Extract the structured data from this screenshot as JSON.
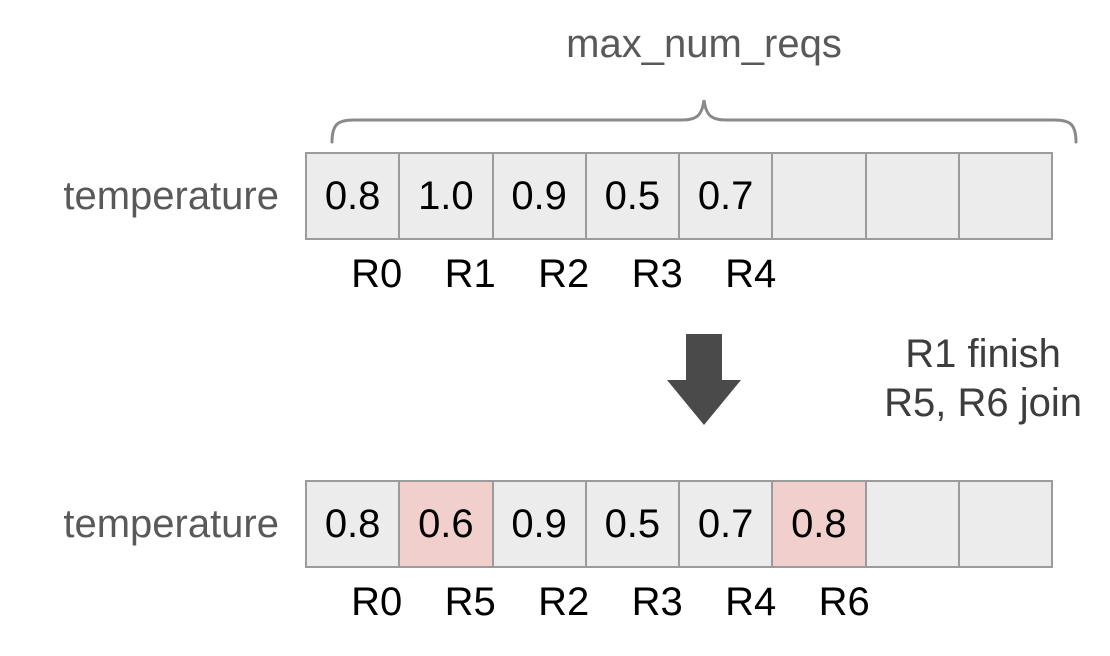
{
  "title": "max_num_reqs",
  "before": {
    "label": "temperature",
    "cells": [
      {
        "value": "0.8",
        "highlight": false
      },
      {
        "value": "1.0",
        "highlight": false
      },
      {
        "value": "0.9",
        "highlight": false
      },
      {
        "value": "0.5",
        "highlight": false
      },
      {
        "value": "0.7",
        "highlight": false
      },
      {
        "value": "",
        "highlight": false
      },
      {
        "value": "",
        "highlight": false
      },
      {
        "value": "",
        "highlight": false
      }
    ],
    "req_labels": [
      "R0",
      "R1",
      "R2",
      "R3",
      "R4"
    ]
  },
  "transition": {
    "note_line1": "R1 finish",
    "note_line2": "R5, R6 join"
  },
  "after": {
    "label": "temperature",
    "cells": [
      {
        "value": "0.8",
        "highlight": false
      },
      {
        "value": "0.6",
        "highlight": true
      },
      {
        "value": "0.9",
        "highlight": false
      },
      {
        "value": "0.5",
        "highlight": false
      },
      {
        "value": "0.7",
        "highlight": false
      },
      {
        "value": "0.8",
        "highlight": true
      },
      {
        "value": "",
        "highlight": false
      },
      {
        "value": "",
        "highlight": false
      }
    ],
    "req_labels": [
      "R0",
      "R5",
      "R2",
      "R3",
      "R4",
      "R6"
    ]
  },
  "colors": {
    "cell_bg": "#ececec",
    "cell_highlight_bg": "#f1cfcc",
    "cell_border": "#9b9b9b",
    "muted_text": "#595959",
    "value_text": "#000000",
    "note_text": "#3d3d3d",
    "arrow_fill": "#4a4a4a",
    "brace_stroke": "#8a8a8a"
  }
}
